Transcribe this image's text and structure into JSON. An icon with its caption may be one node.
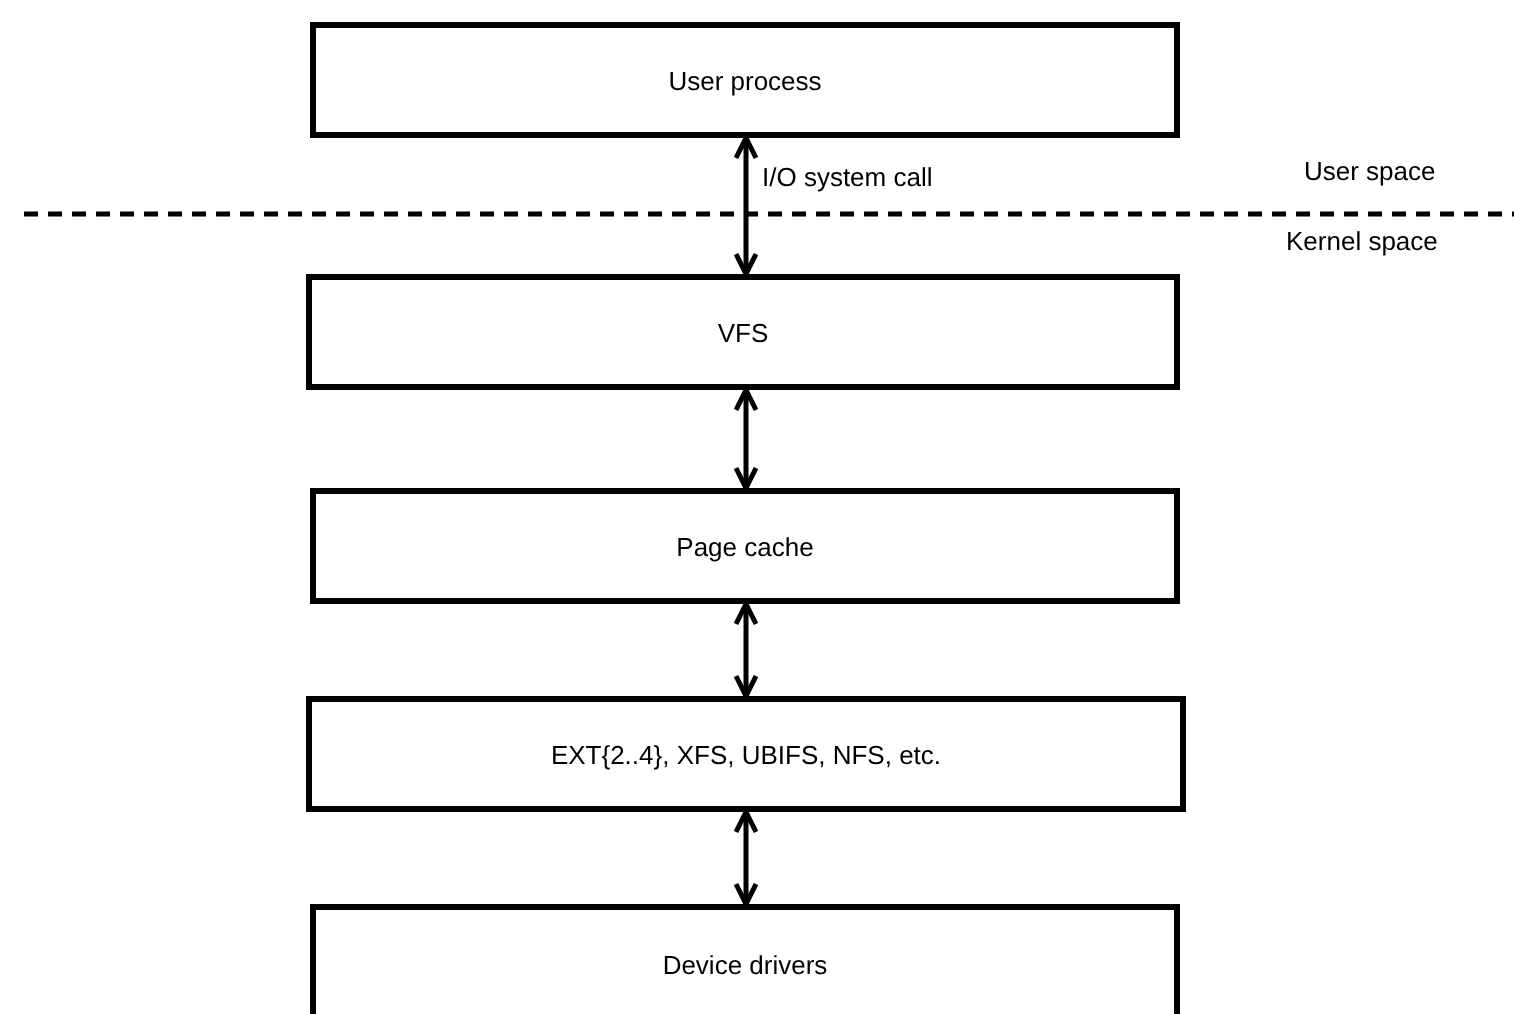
{
  "diagram": {
    "nodes": [
      {
        "text": [
          "User process"
        ]
      },
      {
        "text": [
          "VFS"
        ]
      },
      {
        "text": [
          "Page cache"
        ]
      },
      {
        "text": [
          "EXT{2..4}, XFS, UBIFS, NFS, etc."
        ]
      },
      {
        "text": [
          "Device drivers"
        ]
      }
    ],
    "edges": [
      {
        "from": 0,
        "to": 1,
        "arrow": "both",
        "label": "I/O system call"
      },
      {
        "from": 1,
        "to": 2,
        "arrow": "both"
      },
      {
        "from": 2,
        "to": 3,
        "arrow": "both"
      },
      {
        "from": 3,
        "to": 4,
        "arrow": "both"
      }
    ],
    "labels": [
      "User space",
      "Kernel space"
    ]
  }
}
